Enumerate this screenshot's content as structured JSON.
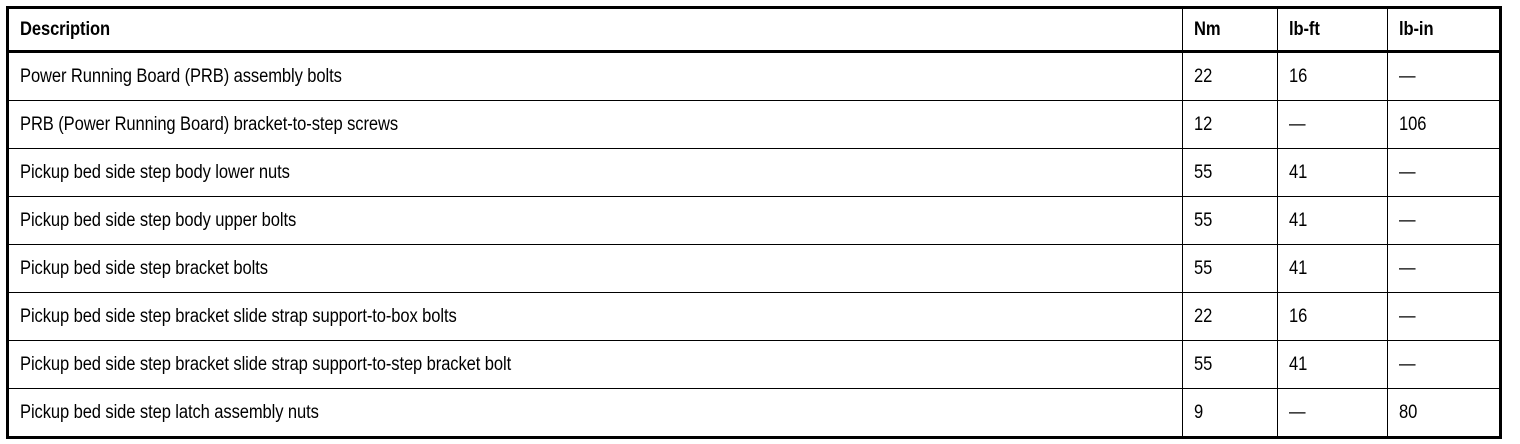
{
  "table": {
    "columns": [
      {
        "key": "description",
        "label": "Description"
      },
      {
        "key": "nm",
        "label": "Nm"
      },
      {
        "key": "lbft",
        "label": "lb-ft"
      },
      {
        "key": "lbin",
        "label": "lb-in"
      }
    ],
    "rows": [
      {
        "description": "Power Running Board (PRB) assembly bolts",
        "nm": "22",
        "lbft": "16",
        "lbin": "—"
      },
      {
        "description": "PRB (Power Running Board) bracket-to-step screws",
        "nm": "12",
        "lbft": "—",
        "lbin": "106"
      },
      {
        "description": "Pickup bed side step body lower nuts",
        "nm": "55",
        "lbft": "41",
        "lbin": "—"
      },
      {
        "description": "Pickup bed side step body upper bolts",
        "nm": "55",
        "lbft": "41",
        "lbin": "—"
      },
      {
        "description": "Pickup bed side step bracket bolts",
        "nm": "55",
        "lbft": "41",
        "lbin": "—"
      },
      {
        "description": "Pickup bed side step bracket slide strap support-to-box bolts",
        "nm": "22",
        "lbft": "16",
        "lbin": "—"
      },
      {
        "description": "Pickup bed side step bracket slide strap support-to-step bracket bolt",
        "nm": "55",
        "lbft": "41",
        "lbin": "—"
      },
      {
        "description": "Pickup bed side step latch assembly nuts",
        "nm": "9",
        "lbft": "—",
        "lbin": "80"
      }
    ]
  },
  "colors": {
    "border": "#000000",
    "text": "#000000",
    "background": "#ffffff"
  }
}
